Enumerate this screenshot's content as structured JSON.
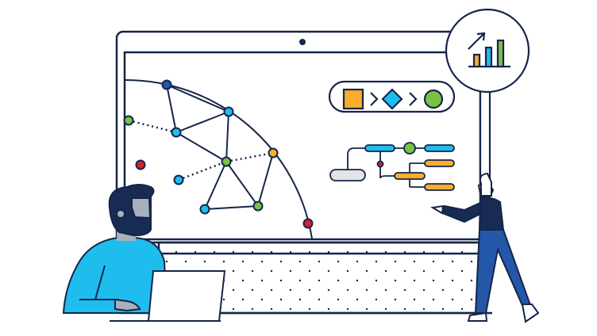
{
  "colors": {
    "outline": "#15254a",
    "cyan": "#1fbdee",
    "green": "#7bc144",
    "orange": "#f9ae2b",
    "red": "#d8202f",
    "navy": "#182b52",
    "blue_pants": "#2457a8",
    "skin": "#a9b0bd",
    "gray_pill": "#e3e4e6"
  },
  "icons": [
    "laptop-illustration",
    "network-graph",
    "process-flow",
    "decision-tree",
    "growth-chart-magnifier",
    "person-with-laptop",
    "person-presenting"
  ]
}
